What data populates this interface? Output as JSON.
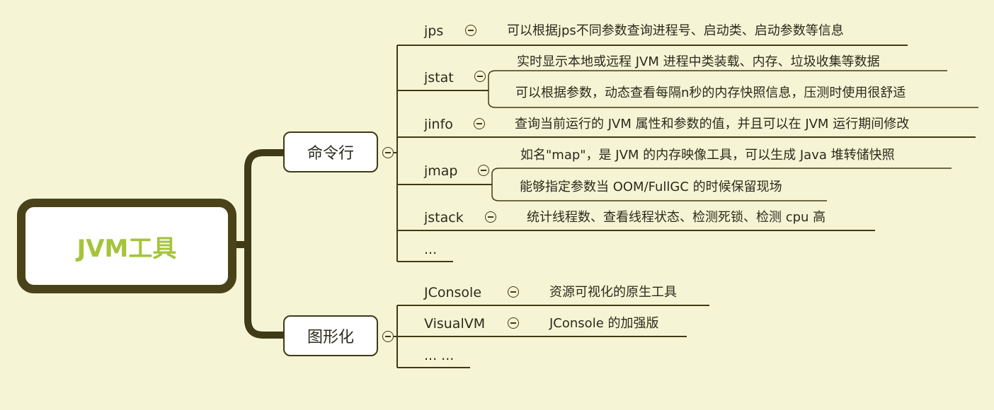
{
  "root": {
    "label": "JVM工具"
  },
  "branches": [
    {
      "label": "命令行",
      "children": [
        {
          "label": "jps",
          "details": [
            "可以根据jps不同参数查询进程号、启动类、启动参数等信息"
          ]
        },
        {
          "label": "jstat",
          "details": [
            "实时显示本地或远程 JVM 进程中类装载、内存、垃圾收集等数据",
            "可以根据参数，动态查看每隔n秒的内存快照信息，压测时使用很舒适"
          ]
        },
        {
          "label": "jinfo",
          "details": [
            "查询当前运行的 JVM 属性和参数的值，并且可以在 JVM 运行期间修改"
          ]
        },
        {
          "label": "jmap",
          "details": [
            "如名\"map\"，是 JVM 的内存映像工具，可以生成 Java 堆转储快照",
            "能够指定参数当 OOM/FullGC 的时候保留现场"
          ]
        },
        {
          "label": "jstack",
          "details": [
            "统计线程数、查看线程状态、检测死锁、检测 cpu 高"
          ]
        },
        {
          "label": "..."
        }
      ]
    },
    {
      "label": "图形化",
      "children": [
        {
          "label": "JConsole",
          "details": [
            "资源可视化的原生工具"
          ]
        },
        {
          "label": "VisualVM",
          "details": [
            "JConsole 的加强版"
          ]
        },
        {
          "label": "... ..."
        }
      ]
    }
  ],
  "colors": {
    "background": "#f5f5d5",
    "line": "#3f3a17",
    "root_border": "#4a4219",
    "root_text": "#a5c43b"
  }
}
